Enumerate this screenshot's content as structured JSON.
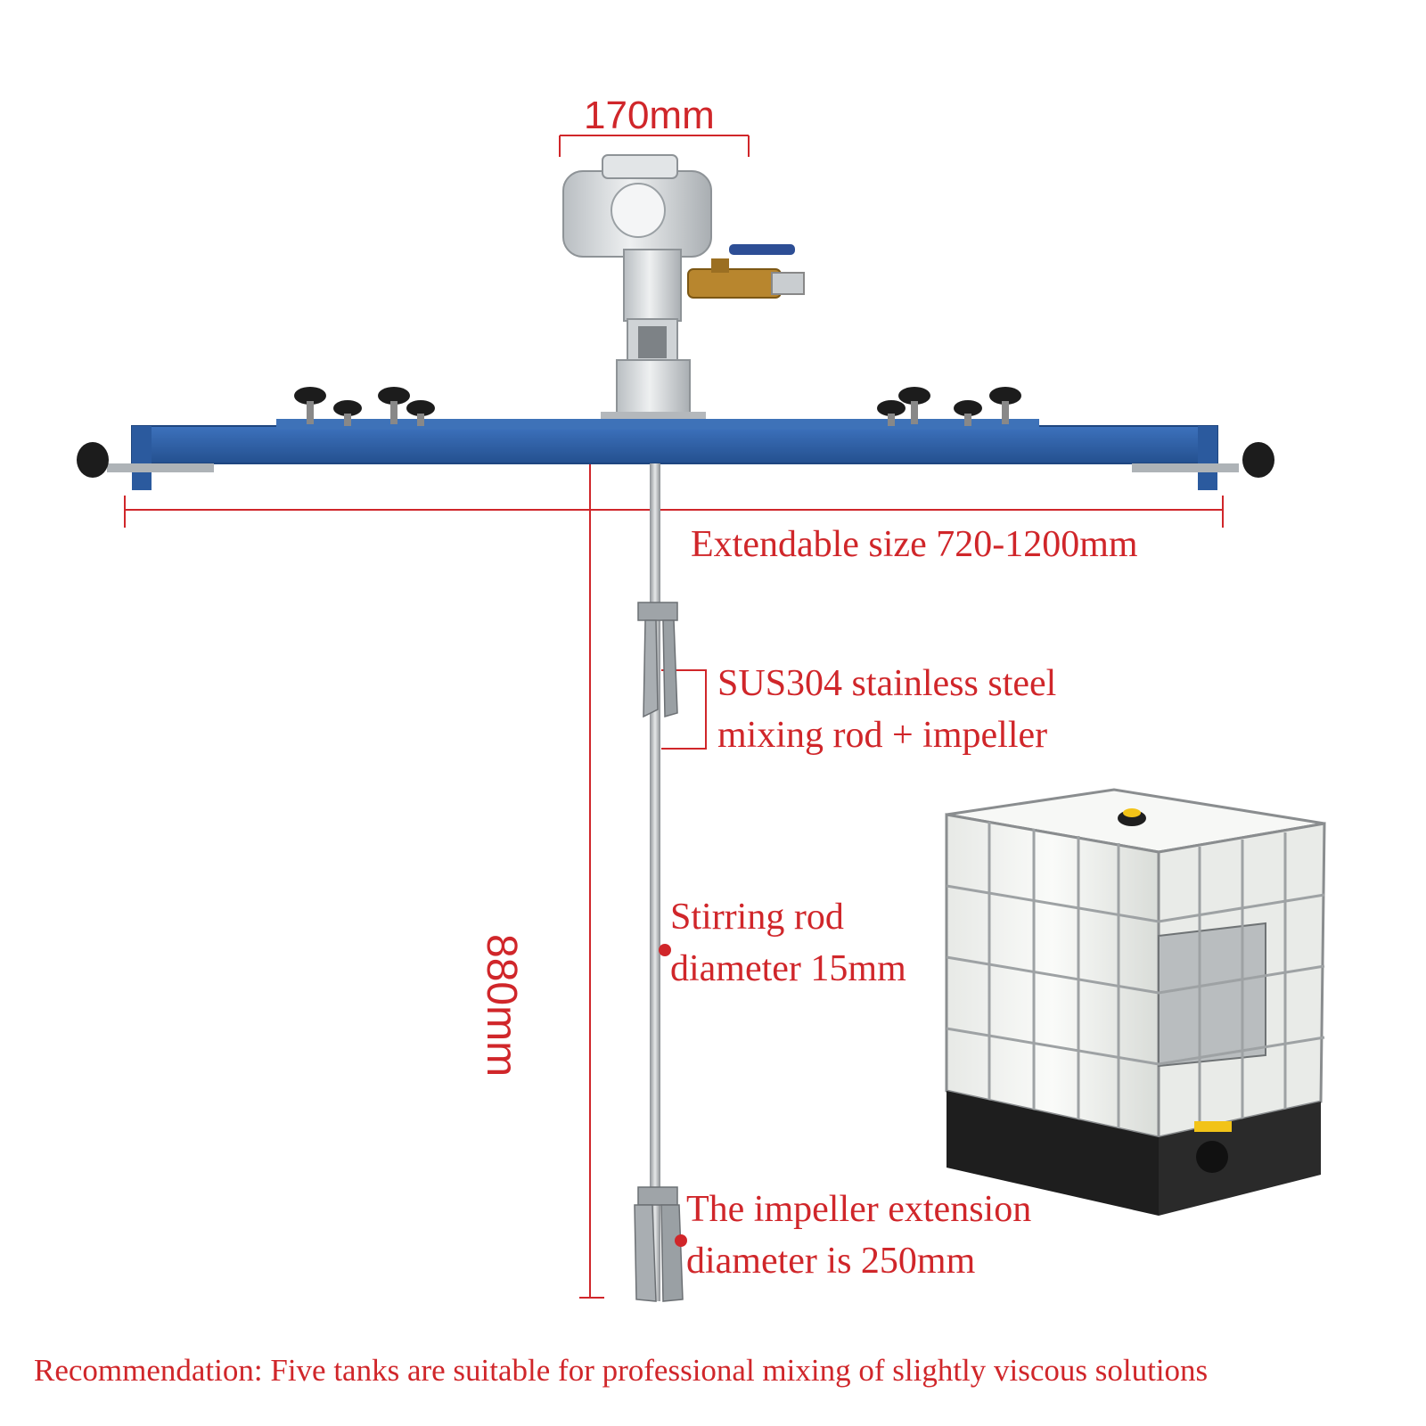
{
  "dimensions": {
    "motor_width": "170mm",
    "extendable_size": "Extendable size 720-1200mm",
    "rod_length": "880mm"
  },
  "annotations": {
    "mixing_rod": [
      "SUS304 stainless steel",
      "mixing rod + impeller"
    ],
    "rod_diameter": [
      "Stirring rod",
      "diameter 15mm"
    ],
    "impeller_diameter": [
      "The impeller extension",
      "diameter is 250mm"
    ]
  },
  "footer": {
    "recommendation": "Recommendation: Five tanks are suitable for professional mixing of slightly viscous solutions"
  },
  "colors": {
    "annotation_red": "#d0262a",
    "frame_blue": "#2f5fa8",
    "motor_silver": "#d8dcde",
    "tank_white": "#f4f5f3",
    "valve_brass": "#b8862e",
    "knob_black": "#1c1c1c"
  },
  "icons": {
    "motor": "pneumatic-mixer-motor",
    "valve": "air-ball-valve",
    "tank": "ibc-tote-tank",
    "knob": "clamp-knob"
  }
}
